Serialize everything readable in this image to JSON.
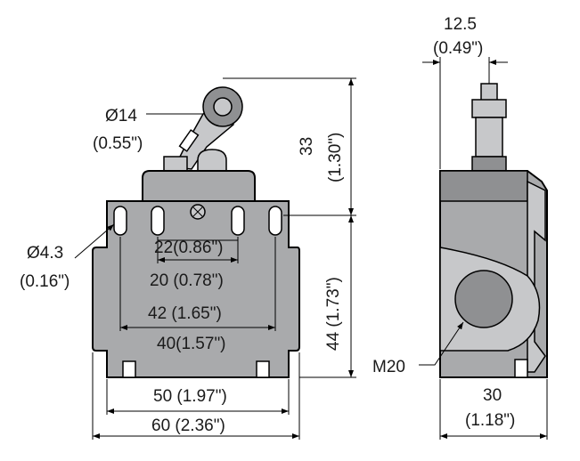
{
  "labels": {
    "roller_dia": "Ø14",
    "roller_dia_in": "(0.55\")",
    "hole_dia": "Ø4.3",
    "hole_dia_in": "(0.16\")",
    "d22": "22(0.86\")",
    "d20": "20 (0.78\")",
    "d42": "42 (1.65\")",
    "d40": "40(1.57\")",
    "d50": "50 (1.97\")",
    "d60": "60 (2.36\")",
    "d33": "33",
    "d33_in": "(1.30\")",
    "d44": "44 (1.73\")",
    "d12_5": "12.5",
    "d12_5_in": "(0.49\")",
    "thread": "M20",
    "d30": "30",
    "d30_in": "(1.18\")"
  },
  "colors": {
    "housing": "#a9aaac",
    "shadow": "#8f9092",
    "highlight": "#c7c8ca",
    "line": "#000000"
  }
}
